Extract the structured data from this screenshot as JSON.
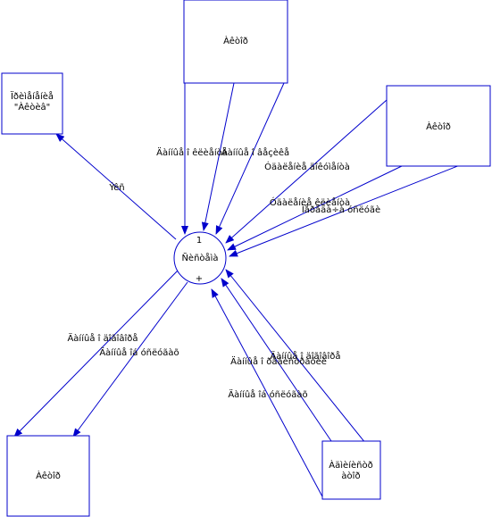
{
  "center": {
    "label": "Ñèñòåìà",
    "top_mark": "1",
    "bottom_mark": "+"
  },
  "nodes": {
    "top_actor": "Àêòîð",
    "external_doc_line1": "Ïðèìåíåíèå",
    "external_doc_line2": "\"Àêòèâ\"",
    "right_actor": "Àêòîð",
    "bottom_left_actor": "Àêòîð",
    "bottom_right_line1": "Àäìèíèñòð",
    "bottom_right_line2": "àòîð"
  },
  "edges": {
    "to_external": "Ýêñ",
    "top_1": "Äàííûå î êëèåíòå",
    "top_2": "Äàííûå î âåçèêå",
    "right_1": "Óäàëåíèå äîêóìåíòà",
    "right_2": "Óäàëåíèå êëèåíòà",
    "right_3": "Ïåðåäà÷à óñëóãè",
    "bl_1": "Äàííûå î äîãîâîðå",
    "bl_2": "Äàííûå îá óñëóãàõ",
    "br_1": "Äàííûå î ðåãèñòðàöèè",
    "br_2": "Äàííûå î äîãîâîðå",
    "br_3": "Äàííûå îá óñëóãàõ"
  }
}
